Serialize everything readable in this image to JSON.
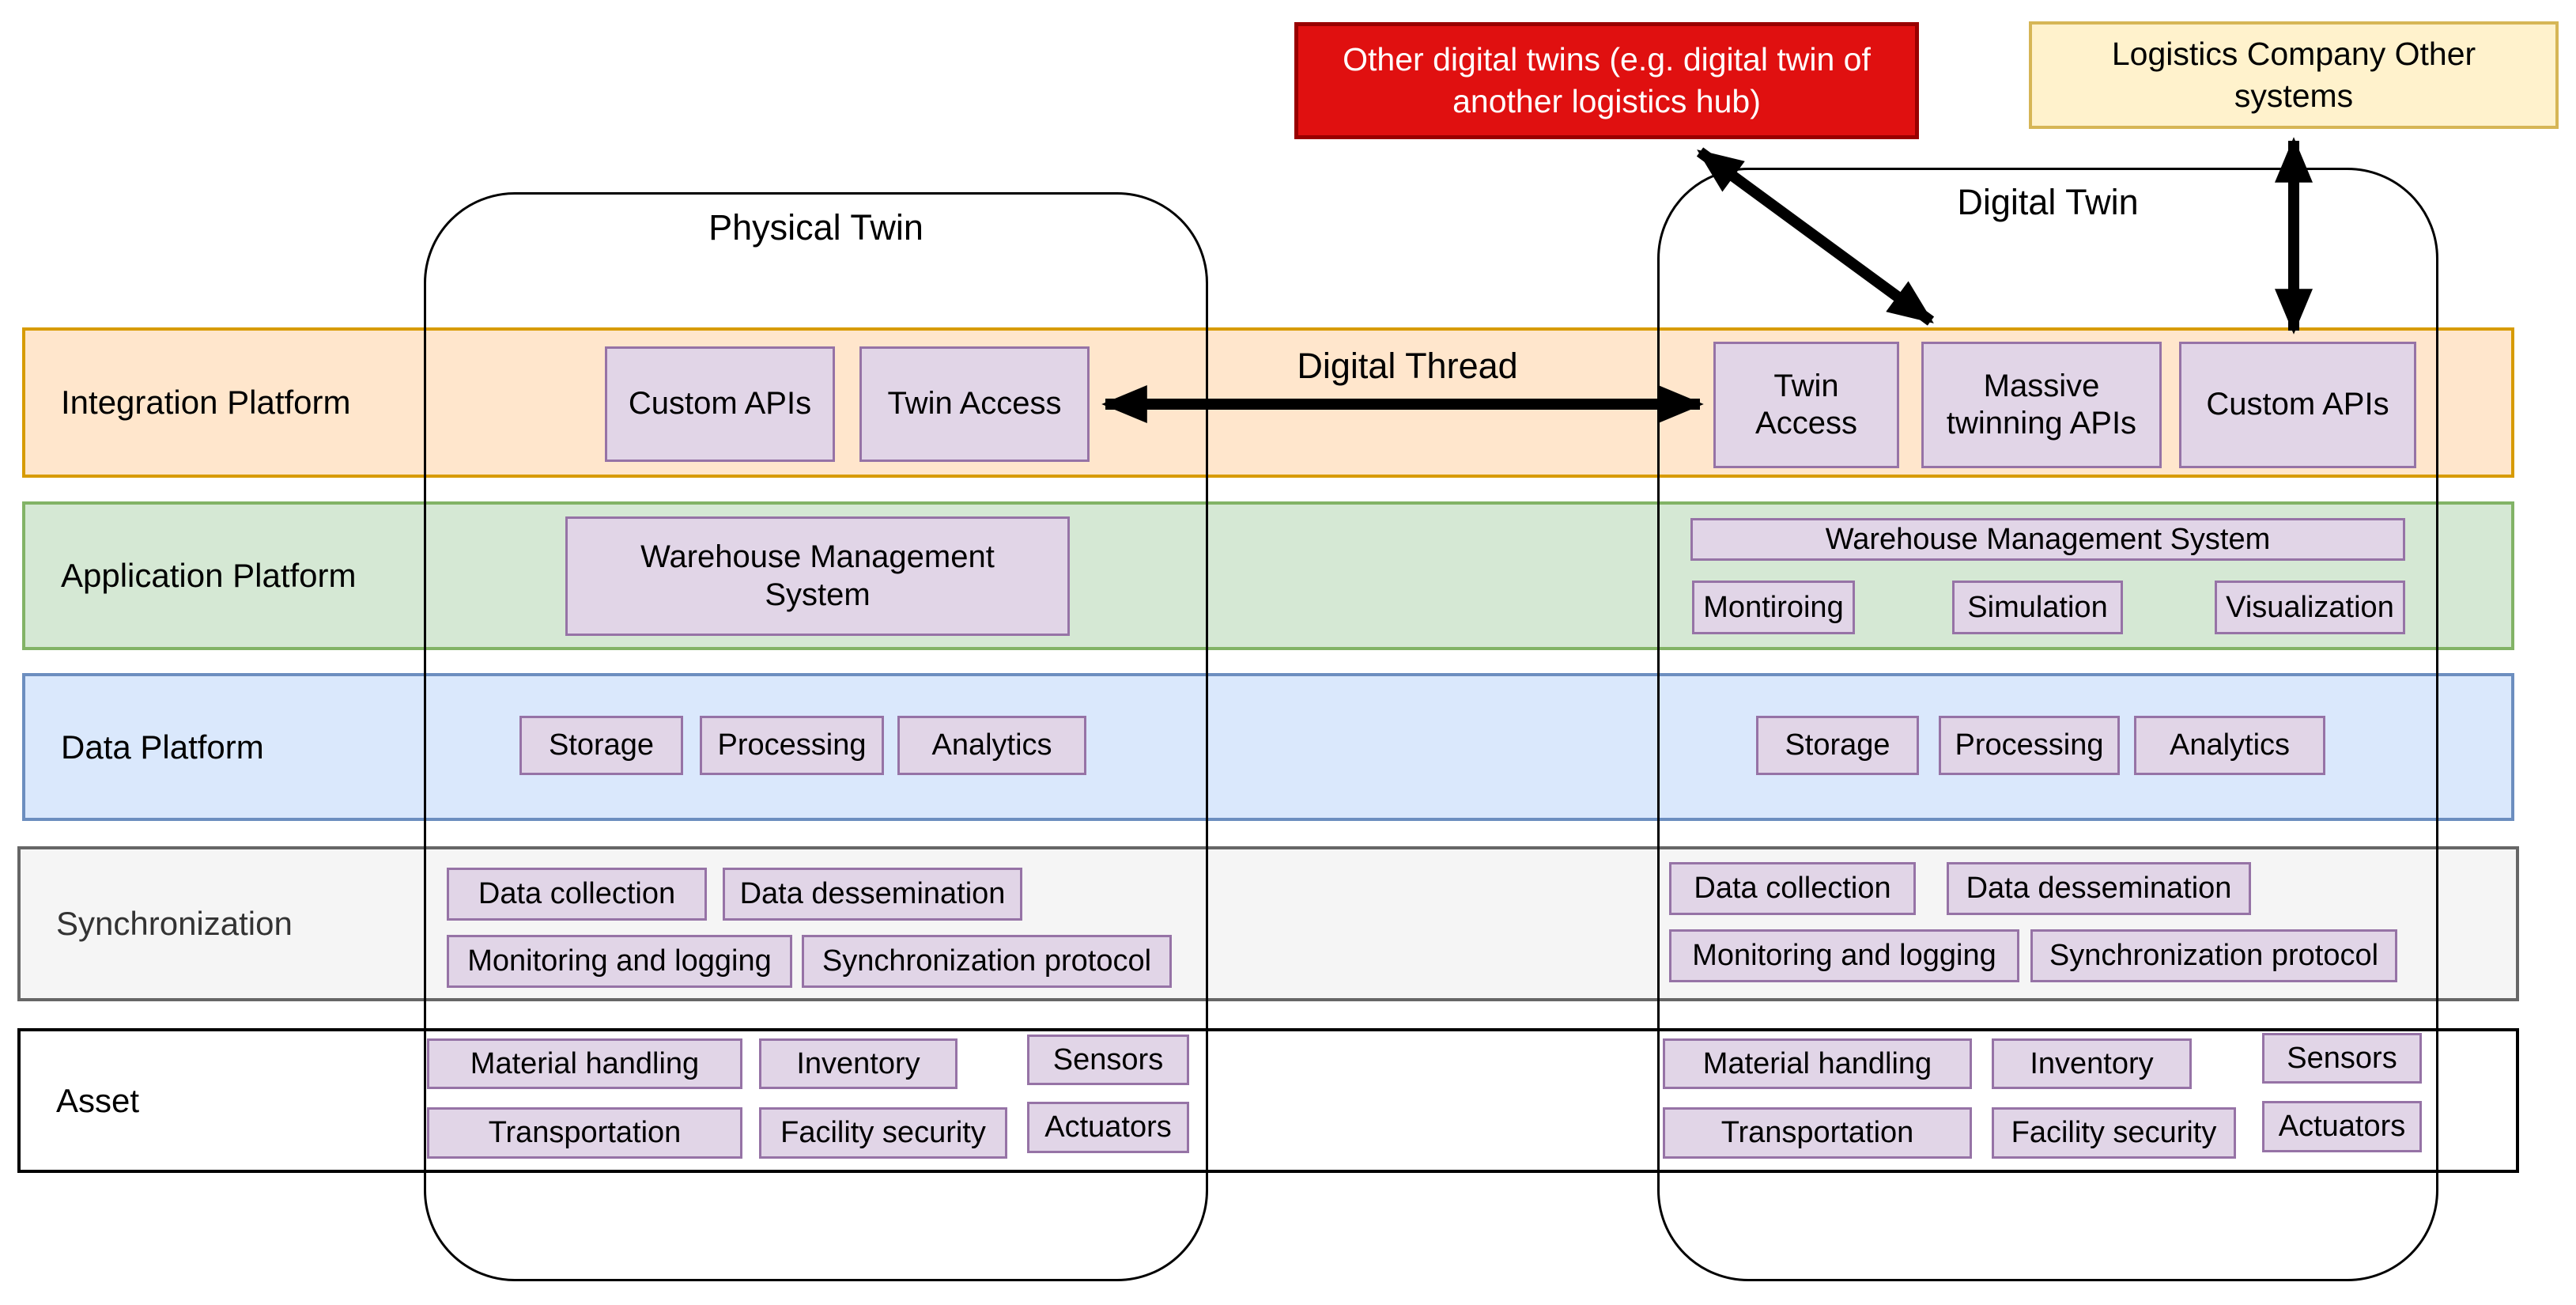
{
  "colors": {
    "integration_fill": "#FFE6CC",
    "integration_border": "#D79B00",
    "application_fill": "#D5E8D4",
    "application_border": "#82B366",
    "data_fill": "#DAE8FC",
    "data_border": "#6C8EBF",
    "sync_fill": "#F5F5F5",
    "sync_border": "#666666",
    "asset_fill": "#FFFFFF",
    "asset_border": "#000000",
    "module_fill": "#E1D5E7",
    "module_border": "#9673A6",
    "external_red_fill": "#E01010",
    "external_red_border": "#990000",
    "external_yellow_fill": "#FFF2CC",
    "external_yellow_border": "#D6B656",
    "arrow": "#000000",
    "sync_label": "#333333"
  },
  "external": {
    "other_digital_twins": "Other digital twins (e.g. digital twin of another logistics hub)",
    "logistics_company": "Logistics Company Other systems"
  },
  "containers": {
    "physical": "Physical Twin",
    "digital": "Digital Twin"
  },
  "digital_thread": "Digital Thread",
  "bands": {
    "integration": "Integration Platform",
    "application": "Application Platform",
    "data": "Data Platform",
    "synchronization": "Synchronization",
    "asset": "Asset"
  },
  "physical": {
    "integration": {
      "custom_apis": "Custom APIs",
      "twin_access": "Twin Access"
    },
    "application": {
      "wms": "Warehouse Management System"
    },
    "data": {
      "storage": "Storage",
      "processing": "Processing",
      "analytics": "Analytics"
    },
    "synchronization": {
      "data_collection": "Data collection",
      "data_dessemination": "Data dessemination",
      "monitoring_logging": "Monitoring and logging",
      "sync_protocol": "Synchronization protocol"
    },
    "asset": {
      "material_handling": "Material handling",
      "inventory": "Inventory",
      "sensors": "Sensors",
      "transportation": "Transportation",
      "facility_security": "Facility security",
      "actuators": "Actuators"
    }
  },
  "digital": {
    "integration": {
      "twin_access": "Twin Access",
      "massive_twinning": "Massive twinning APIs",
      "custom_apis": "Custom APIs"
    },
    "application": {
      "wms": "Warehouse Management System",
      "monitoring": "Montiroing",
      "simulation": "Simulation",
      "visualization": "Visualization"
    },
    "data": {
      "storage": "Storage",
      "processing": "Processing",
      "analytics": "Analytics"
    },
    "synchronization": {
      "data_collection": "Data collection",
      "data_dessemination": "Data dessemination",
      "monitoring_logging": "Monitoring and logging",
      "sync_protocol": "Synchronization protocol"
    },
    "asset": {
      "material_handling": "Material handling",
      "inventory": "Inventory",
      "sensors": "Sensors",
      "transportation": "Transportation",
      "facility_security": "Facility security",
      "actuators": "Actuators"
    }
  }
}
